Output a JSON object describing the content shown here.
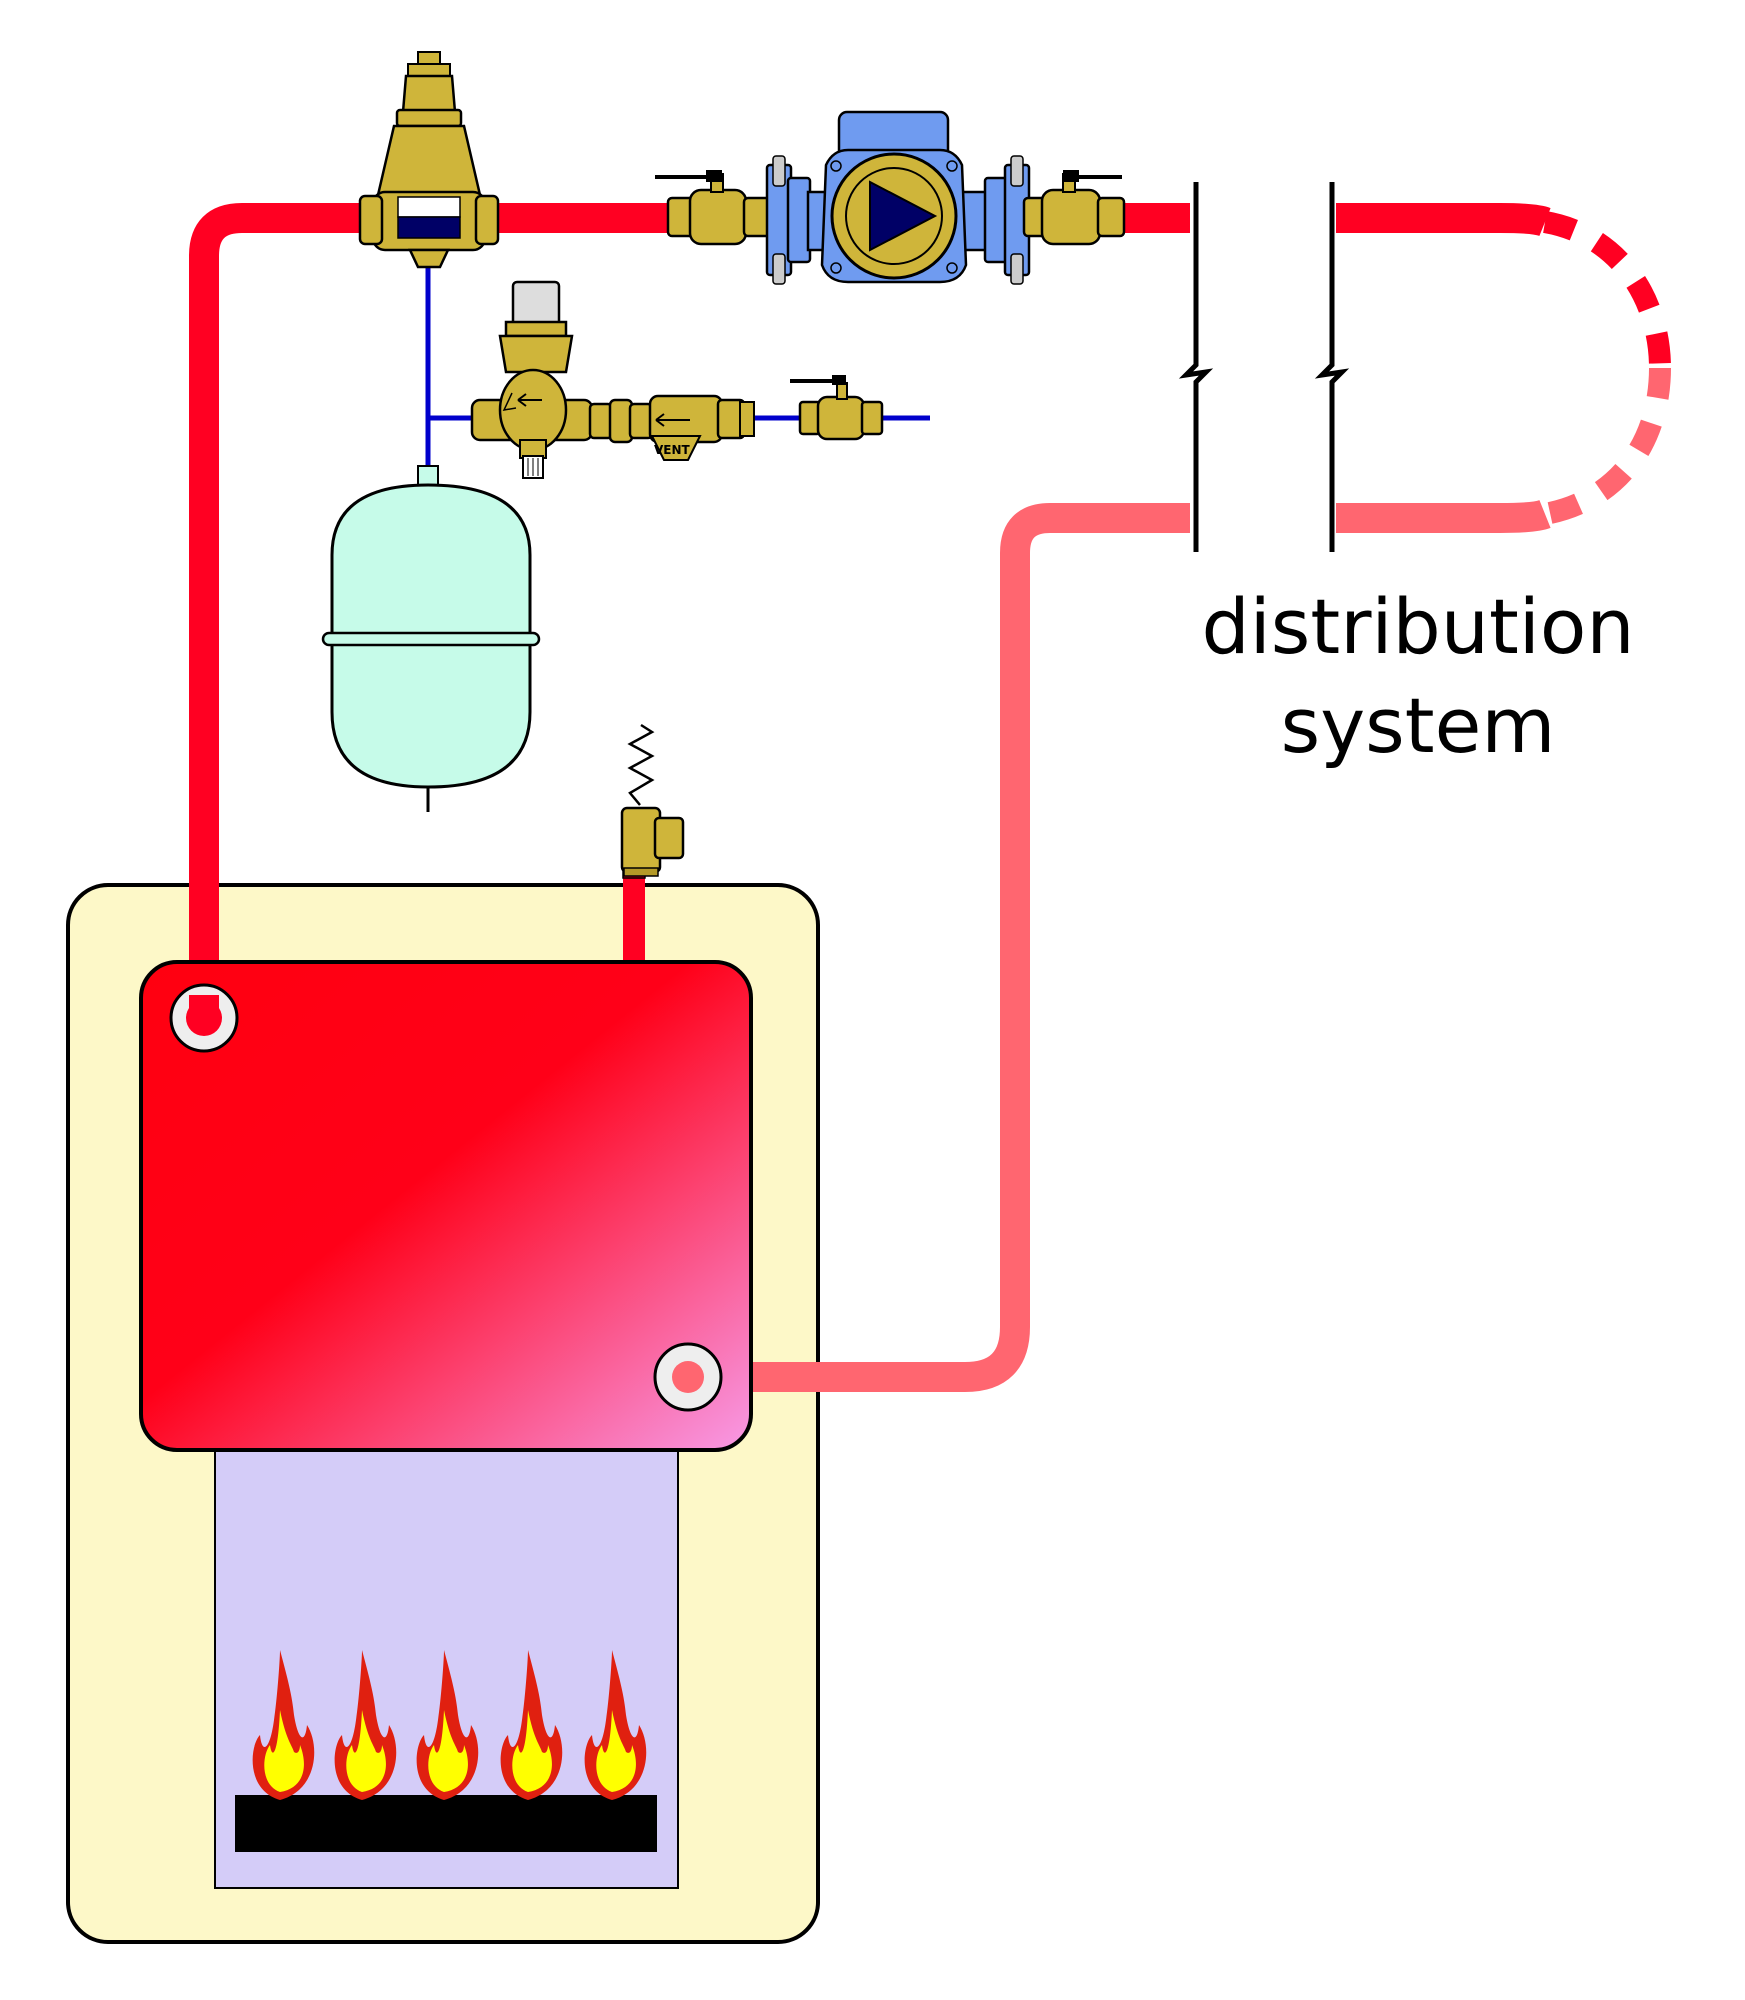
{
  "labels": {
    "distribution_line1": "distribution",
    "distribution_line2": "system",
    "vent": "VENT"
  },
  "colors": {
    "supply_pipe": "#ff0022",
    "return_pipe": "#ff6670",
    "cold_water_line": "#0000cc",
    "boiler_cabinet": "#fdf8c8",
    "combustion_chamber": "#d4ccf8",
    "expansion_tank": "#c6fbe9",
    "brass": "#cfb53a",
    "pump_body": "#6f9bf0",
    "flame_outer": "#e02010",
    "flame_inner": "#ffff00"
  },
  "components": [
    "boiler",
    "heat-exchanger",
    "burner",
    "flames",
    "pressure-relief-valve",
    "air-separator",
    "expansion-tank",
    "pressure-reducing-valve",
    "backflow-preventer",
    "circulator-pump",
    "isolation-valves",
    "distribution-system"
  ]
}
